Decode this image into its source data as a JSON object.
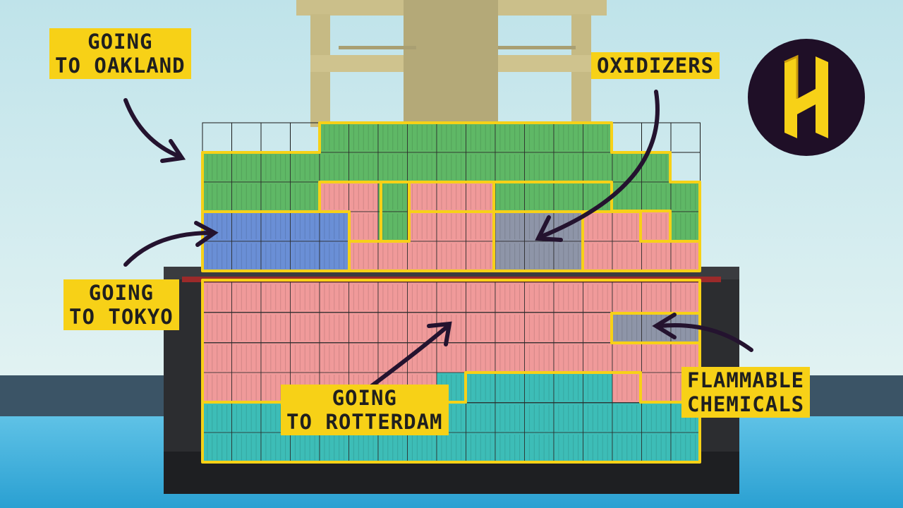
{
  "labels": {
    "oakland": [
      "GOING",
      "TO OAKLAND"
    ],
    "oxidizers": [
      "OXIDIZERS"
    ],
    "tokyo": [
      "GOING",
      "TO TOKYO"
    ],
    "rotterdam": [
      "GOING",
      "TO ROTTERDAM"
    ],
    "flammable": [
      "FLAMMABLE",
      "CHEMICALS"
    ]
  },
  "container_colors": {
    "oakland": "#5fb866",
    "tokyo": "#6a8fd6",
    "rotterdam": "#f09a9a",
    "hazard": "#8e95a8",
    "teal": "#3dbdb7"
  },
  "highlight_color": "#f7d117",
  "logo_icon": "h-logo-icon"
}
